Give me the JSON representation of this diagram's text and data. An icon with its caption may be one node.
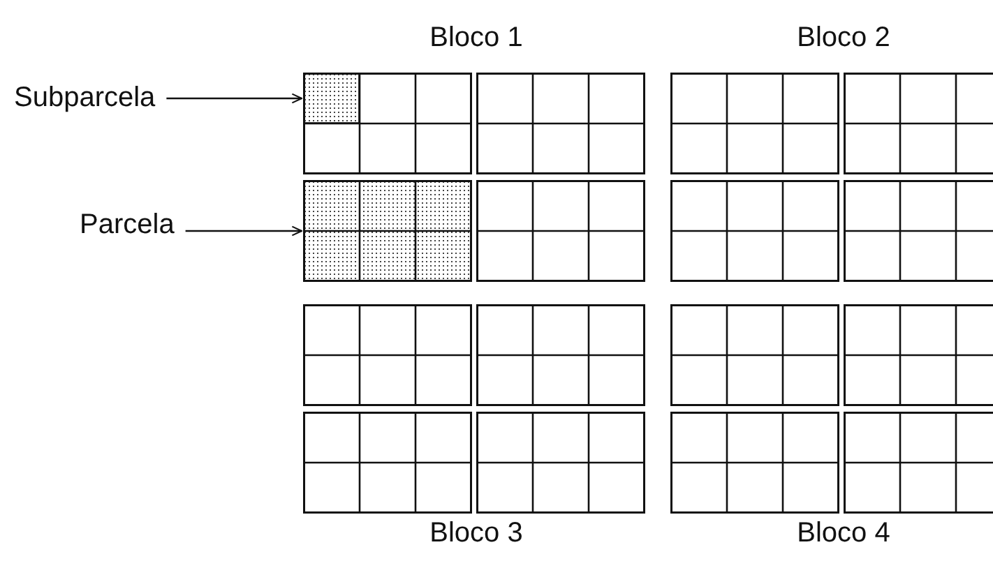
{
  "diagram": {
    "nodes": [
      {
        "text": [
          "Bloco 1"
        ]
      },
      {
        "text": [
          "Bloco 2"
        ]
      },
      {
        "text": [
          "Bloco 3"
        ]
      },
      {
        "text": [
          "Bloco 4"
        ]
      },
      {
        "text": [
          "Subparcela"
        ]
      },
      {
        "text": [
          "Parcela"
        ]
      },
      {
        "text": [],
        "shape": "box",
        "in": 0
      },
      {
        "text": [],
        "shape": "box",
        "in": 0
      }
    ],
    "edges": [
      {
        "from": 4,
        "to": 6,
        "arrow": "to"
      },
      {
        "from": 5,
        "to": 7,
        "arrow": "to"
      }
    ]
  }
}
